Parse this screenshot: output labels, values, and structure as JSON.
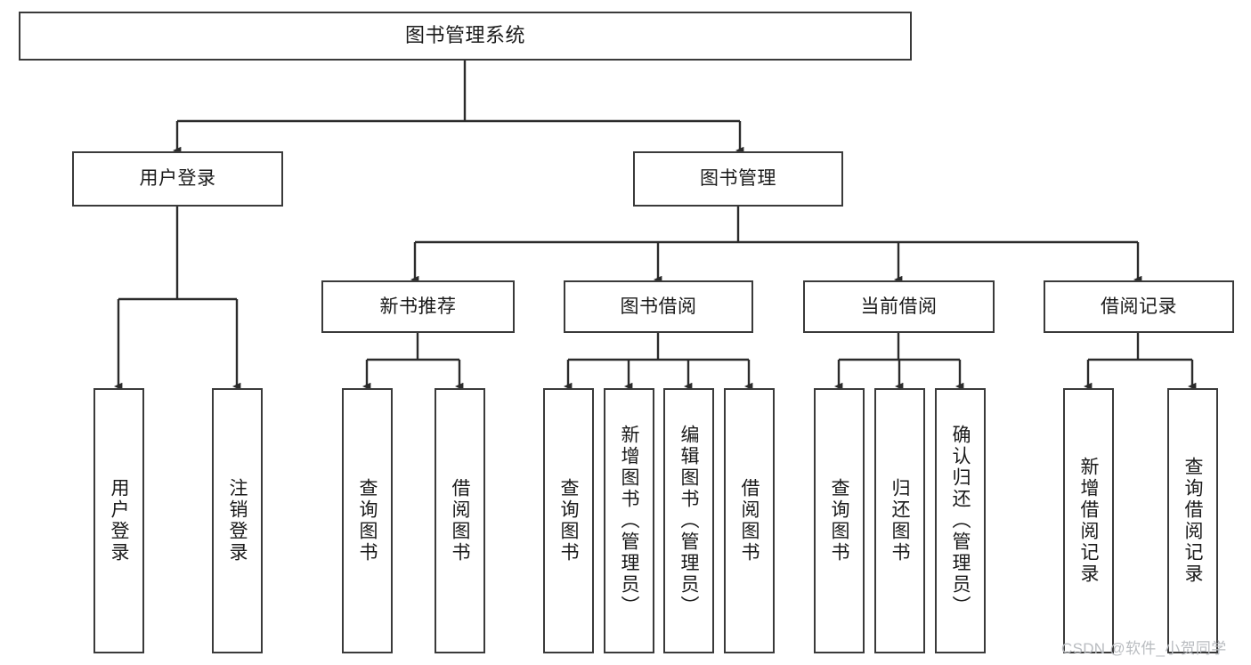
{
  "diagram": {
    "type": "tree",
    "title": "图书管理系统",
    "root": {
      "id": "root",
      "label": "图书管理系统"
    },
    "level1": [
      {
        "id": "user-login",
        "label": "用户登录"
      },
      {
        "id": "book-manage",
        "label": "图书管理"
      }
    ],
    "level2": [
      {
        "id": "new-book-recommend",
        "label": "新书推荐",
        "parent": "book-manage"
      },
      {
        "id": "book-borrow",
        "label": "图书借阅",
        "parent": "book-manage"
      },
      {
        "id": "current-borrow",
        "label": "当前借阅",
        "parent": "book-manage"
      },
      {
        "id": "borrow-record",
        "label": "借阅记录",
        "parent": "book-manage"
      }
    ],
    "leaves": [
      {
        "id": "leaf-user-login",
        "label": "用户登录",
        "parent": "user-login"
      },
      {
        "id": "leaf-user-logout",
        "label": "注销登录",
        "parent": "user-login"
      },
      {
        "id": "leaf-query-book-1",
        "label": "查询图书",
        "parent": "new-book-recommend"
      },
      {
        "id": "leaf-borrow-book-1",
        "label": "借阅图书",
        "parent": "new-book-recommend"
      },
      {
        "id": "leaf-query-book-2",
        "label": "查询图书",
        "parent": "book-borrow"
      },
      {
        "id": "leaf-add-book",
        "label": "新增图书（管理员）",
        "parent": "book-borrow"
      },
      {
        "id": "leaf-edit-book",
        "label": "编辑图书（管理员）",
        "parent": "book-borrow"
      },
      {
        "id": "leaf-borrow-book-2",
        "label": "借阅图书",
        "parent": "book-borrow"
      },
      {
        "id": "leaf-query-book-3",
        "label": "查询图书",
        "parent": "current-borrow"
      },
      {
        "id": "leaf-return-book",
        "label": "归还图书",
        "parent": "current-borrow"
      },
      {
        "id": "leaf-confirm-return",
        "label": "确认归还（管理员）",
        "parent": "current-borrow"
      },
      {
        "id": "leaf-add-record",
        "label": "新增借阅记录",
        "parent": "borrow-record"
      },
      {
        "id": "leaf-query-record",
        "label": "查询借阅记录",
        "parent": "borrow-record"
      }
    ],
    "colors": {
      "border": "#3a3a3a",
      "line": "#2b2b2b",
      "background": "#ffffff",
      "text": "#1a1a1a",
      "watermark": "#b9bcc0"
    }
  },
  "watermark": {
    "text": "CSDN @软件_小贺同学"
  }
}
